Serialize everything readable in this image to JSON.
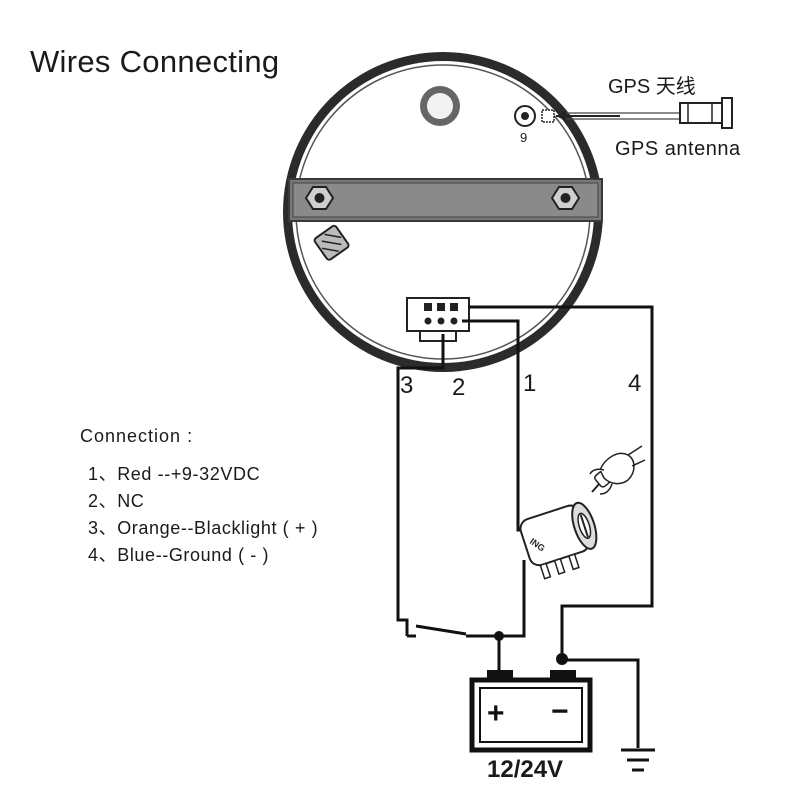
{
  "title": "Wires Connecting",
  "gps": {
    "pin_label": "9",
    "label_cn": "GPS 天线",
    "label_en": "GPS  antenna"
  },
  "wires": [
    {
      "number": "3"
    },
    {
      "number": "2"
    },
    {
      "number": "1"
    },
    {
      "number": "4"
    }
  ],
  "connection": {
    "heading": "Connection :",
    "items": [
      "1、Red --+9-32VDC",
      "2、NC",
      "3、Orange--Blacklight ( + )",
      "4、Blue--Ground ( - )"
    ]
  },
  "ignition_label": "ING",
  "battery": {
    "positive": "+",
    "negative": "−",
    "voltage": "12/24V"
  }
}
